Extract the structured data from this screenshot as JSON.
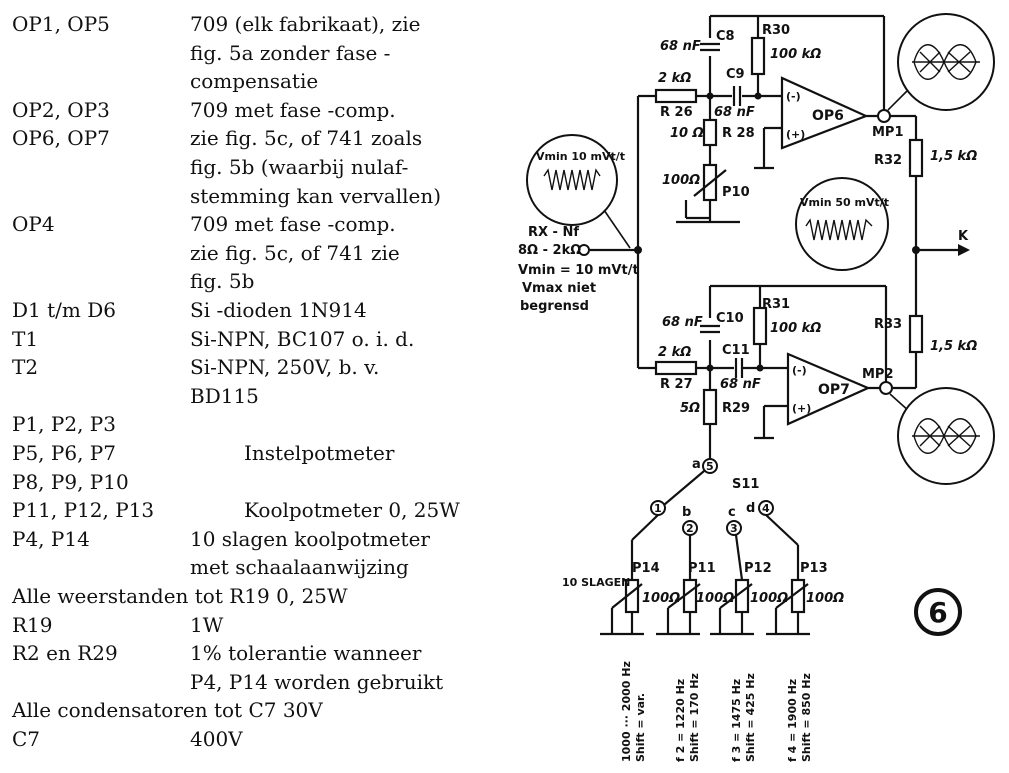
{
  "parts_list": [
    {
      "left": "OP1,  OP5",
      "right": "709 (elk fabrikaat), zie"
    },
    {
      "left": "",
      "right": "fig. 5a zonder fase -"
    },
    {
      "left": "",
      "right": "compensatie"
    },
    {
      "left": "OP2,  OP3",
      "right": "709 met fase -comp."
    },
    {
      "left": "OP6,  OP7",
      "right": "zie fig. 5c, of 741 zoals"
    },
    {
      "left": "",
      "right": "fig. 5b (waarbij nulaf-"
    },
    {
      "left": "",
      "right": "stemming kan vervallen)"
    },
    {
      "left": "OP4",
      "right": "709 met fase -comp."
    },
    {
      "left": "",
      "right": "zie fig. 5c, of 741 zie"
    },
    {
      "left": "",
      "right": "fig. 5b"
    },
    {
      "left": "D1 t/m D6",
      "right": "Si -dioden 1N914"
    },
    {
      "left": "T1",
      "right": "Si-NPN, BC107 o. i. d."
    },
    {
      "left": "T2",
      "right": "Si-NPN,  250V,  b. v."
    },
    {
      "left": "",
      "right": "BD115"
    },
    {
      "left": "P1,  P2,  P3",
      "right": ""
    },
    {
      "left": "P5,  P6,  P7",
      "right": "Instelpotmeter"
    },
    {
      "left": "P8,  P9,  P10",
      "right": ""
    },
    {
      "left": "P11,  P12,  P13",
      "right": "Koolpotmeter 0, 25W"
    },
    {
      "left": "P4,  P14",
      "right": "10 slagen koolpotmeter"
    },
    {
      "left": "",
      "right": "met schaalaanwijzing"
    },
    {
      "left": "Alle weerstanden tot R19  0, 25W",
      "right": ""
    },
    {
      "left": "R19",
      "right": "1W"
    },
    {
      "left": "R2 en R29",
      "right": "1% tolerantie wanneer"
    },
    {
      "left": "",
      "right": "P4,  P14 worden gebruikt"
    },
    {
      "left": "Alle condensatoren tot C7  30V",
      "right": ""
    },
    {
      "left": "C7",
      "right": "400V"
    }
  ],
  "schematic": {
    "figure_number": "6",
    "opamps": {
      "top": "OP6",
      "bottom": "OP7"
    },
    "pin_minus": "(-)",
    "pin_plus": "(+)",
    "resistors": {
      "r26_name": "R 26",
      "r26_value": "2 kΩ",
      "r27_name": "R 27",
      "r27_value": "2 kΩ",
      "r28_name": "R 28",
      "r28_value": "10 Ω",
      "r29_name": "R29",
      "r29_value": "5Ω",
      "r30_name": "R30",
      "r30_value": "100 kΩ",
      "r31_name": "R31",
      "r31_value": "100 kΩ",
      "r32_name": "R32",
      "r32_value": "1,5 kΩ",
      "r33_name": "R33",
      "r33_value": "1,5 kΩ"
    },
    "capacitors": {
      "c8_name": "C8",
      "c8_value": "68 nF",
      "c9_name": "C9",
      "c9_value": "68 nF",
      "c10_name": "C10",
      "c10_value": "68 nF",
      "c11_name": "C11",
      "c11_value": "68 nF"
    },
    "p10": {
      "name": "P10",
      "value": "100Ω"
    },
    "measure_points": {
      "mp1": "MP1",
      "mp2": "MP2"
    },
    "output_label": "K",
    "input": {
      "name": "RX - Nf",
      "impedance": "8Ω - 2kΩ",
      "vmin": "Vmin = 10 mVt/t",
      "vmax_line1": "Vmax niet",
      "vmax_line2": "begrensd"
    },
    "scope_top_left": "Vmin 10 mVt/t",
    "scope_right": "Vmin 50 mVt/t",
    "switch": {
      "name": "S11",
      "common": "5",
      "positions": [
        {
          "letter": "a",
          "num": "1"
        },
        {
          "letter": "b",
          "num": "2"
        },
        {
          "letter": "c",
          "num": "3"
        },
        {
          "letter": "d",
          "num": "4"
        }
      ]
    },
    "pots": [
      {
        "name": "P14",
        "value": "100Ω",
        "note": "10 SLAGEN"
      },
      {
        "name": "P11",
        "value": "100Ω"
      },
      {
        "name": "P12",
        "value": "100Ω"
      },
      {
        "name": "P13",
        "value": "100Ω"
      }
    ],
    "freq_labels": [
      {
        "line1": "1000 ··· 2000 Hz",
        "line2": "Shift = var."
      },
      {
        "line1": "f 2 = 1220 Hz",
        "line2": "Shift = 170 Hz"
      },
      {
        "line1": "f 3 = 1475 Hz",
        "line2": "Shift = 425 Hz"
      },
      {
        "line1": "f 4 = 1900 Hz",
        "line2": "Shift = 850 Hz"
      }
    ]
  }
}
